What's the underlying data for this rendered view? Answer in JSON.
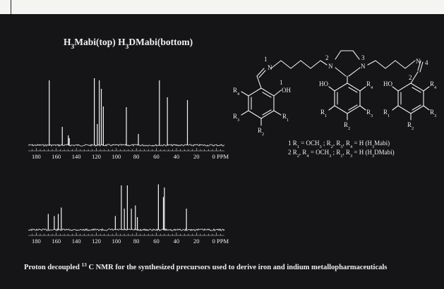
{
  "figure": {
    "title": [
      {
        "t": "H"
      },
      {
        "t": "3",
        "s": "sub"
      },
      {
        "t": "Mabi(top) H"
      },
      {
        "t": "3",
        "s": "sub"
      },
      {
        "t": "DMabi(bottom)"
      }
    ],
    "caption": [
      {
        "t": "Proton decoupled "
      },
      {
        "t": "13",
        "s": "sup"
      },
      {
        "t": " C NMR for the synthesized precursors used to derive iron and indium metallopharmaceuticals"
      }
    ]
  },
  "spectra": [
    {
      "name": "top",
      "axis_ticks": [
        "180",
        "160",
        "140",
        "120",
        "100",
        "80",
        "60",
        "40",
        "20",
        "0 PPM"
      ],
      "peaks": [
        {
          "ppm": 167,
          "h": 0.92
        },
        {
          "ppm": 154,
          "h": 0.26
        },
        {
          "ppm": 148,
          "h": 0.14
        },
        {
          "ppm": 147,
          "h": 0.1
        },
        {
          "ppm": 122,
          "h": 0.95
        },
        {
          "ppm": 119,
          "h": 0.3
        },
        {
          "ppm": 117,
          "h": 0.92
        },
        {
          "ppm": 115,
          "h": 0.8
        },
        {
          "ppm": 113,
          "h": 0.55
        },
        {
          "ppm": 90,
          "h": 0.54
        },
        {
          "ppm": 78,
          "h": 0.16
        },
        {
          "ppm": 57,
          "h": 0.92
        },
        {
          "ppm": 49,
          "h": 0.68
        },
        {
          "ppm": 29,
          "h": 0.64
        }
      ]
    },
    {
      "name": "bottom",
      "axis_ticks": [
        "180",
        "160",
        "140",
        "120",
        "100",
        "80",
        "60",
        "40",
        "20",
        "0 PPM"
      ],
      "peaks": [
        {
          "ppm": 168,
          "h": 0.3
        },
        {
          "ppm": 162,
          "h": 0.26
        },
        {
          "ppm": 158,
          "h": 0.3
        },
        {
          "ppm": 155,
          "h": 0.42
        },
        {
          "ppm": 101,
          "h": 0.26
        },
        {
          "ppm": 95,
          "h": 0.84
        },
        {
          "ppm": 92,
          "h": 0.4
        },
        {
          "ppm": 89,
          "h": 0.84
        },
        {
          "ppm": 85,
          "h": 0.4
        },
        {
          "ppm": 81,
          "h": 0.46
        },
        {
          "ppm": 79,
          "h": 0.24
        },
        {
          "ppm": 58,
          "h": 0.86
        },
        {
          "ppm": 53,
          "h": 0.62
        },
        {
          "ppm": 52,
          "h": 0.8
        },
        {
          "ppm": 30,
          "h": 0.4
        }
      ]
    }
  ],
  "structure": {
    "nitrogen_numbers": [
      "1",
      "2",
      "3",
      "4"
    ],
    "ring_numbers": [
      "1",
      "2"
    ],
    "subs_left": {
      "r1": "R1",
      "r2": "R2",
      "r3": "R3",
      "r4": "R4",
      "oh": "OH"
    },
    "subs_mid": {
      "r1": "R1",
      "r2": "R2",
      "r3": "R3",
      "r4": "R4",
      "ho": "HO"
    },
    "subs_right": {
      "r1": "R1",
      "r2": "R2",
      "r3": "R3",
      "r4": "R4",
      "ho": "HO"
    },
    "atoms": {
      "n1": "N",
      "n2": "N",
      "n3": "N",
      "n4": "N"
    },
    "legend": [
      [
        {
          "t": "1 R"
        },
        {
          "t": "1",
          "s": "sub"
        },
        {
          "t": " = OCH"
        },
        {
          "t": "3",
          "s": "sub"
        },
        {
          "t": " ; R"
        },
        {
          "t": "2",
          "s": "sub"
        },
        {
          "t": ", R"
        },
        {
          "t": "3",
          "s": "sub"
        },
        {
          "t": ", R"
        },
        {
          "t": "4",
          "s": "sub"
        },
        {
          "t": " = H (H"
        },
        {
          "t": "3",
          "s": "sub"
        },
        {
          "t": "Mabi)"
        }
      ],
      [
        {
          "t": "2 R"
        },
        {
          "t": "2",
          "s": "sub"
        },
        {
          "t": ", R"
        },
        {
          "t": "4",
          "s": "sub"
        },
        {
          "t": " = OCH"
        },
        {
          "t": "3",
          "s": "sub"
        },
        {
          "t": " ; R"
        },
        {
          "t": "1",
          "s": "sub"
        },
        {
          "t": ", R"
        },
        {
          "t": "3",
          "s": "sub"
        },
        {
          "t": " = H (H"
        },
        {
          "t": "3",
          "s": "sub"
        },
        {
          "t": "DMabi)"
        }
      ]
    ]
  }
}
